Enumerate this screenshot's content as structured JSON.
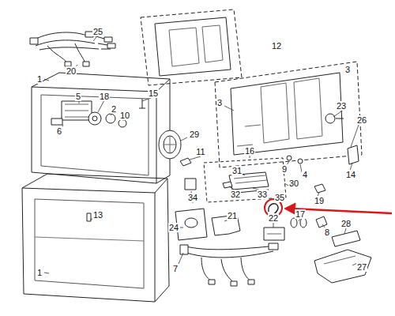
{
  "diagram": {
    "labels": [
      "25",
      "20",
      "1",
      "5",
      "18",
      "6",
      "2",
      "10",
      "15",
      "12",
      "3",
      "3",
      "23",
      "26",
      "16",
      "9",
      "4",
      "14",
      "29",
      "11",
      "31",
      "32",
      "33",
      "30",
      "19",
      "34",
      "13",
      "24",
      "21",
      "35",
      "17",
      "22",
      "8",
      "28",
      "27",
      "7",
      "1"
    ]
  }
}
